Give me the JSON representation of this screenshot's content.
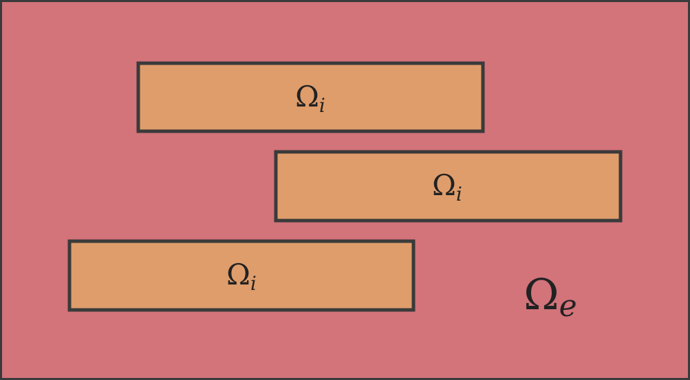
{
  "colors": {
    "exterior_fill": "#D3737A",
    "interior_fill": "#DF9D6B",
    "stroke": "#3A3A3A",
    "text": "#222222"
  },
  "diagram": {
    "exterior_label": {
      "base": "Ω",
      "sub": "e"
    },
    "interior_regions": [
      {
        "label": {
          "base": "Ω",
          "sub": "i"
        }
      },
      {
        "label": {
          "base": "Ω",
          "sub": "i"
        }
      },
      {
        "label": {
          "base": "Ω",
          "sub": "i"
        }
      }
    ]
  }
}
